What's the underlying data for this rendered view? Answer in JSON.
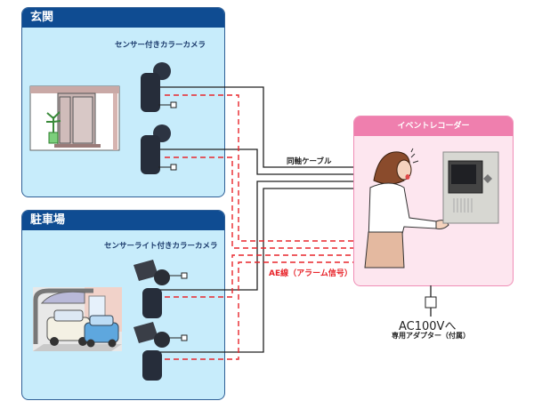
{
  "zones": [
    {
      "id": "entrance",
      "title": "玄関",
      "subtitle": "センサー付きカラーカメラ"
    },
    {
      "id": "parking",
      "title": "駐車場",
      "subtitle": "センサーライト付きカラーカメラ"
    }
  ],
  "recorder": {
    "title": "イベントレコーダー"
  },
  "labels": {
    "coax": "同軸ケーブル",
    "ae_line": "AE線（アラーム信号）",
    "power_main": "AC100Vへ",
    "power_sub": "専用アダプター（付属）"
  },
  "colors": {
    "zone_header": "#0f4c92",
    "zone_bg": "#c7ecfb",
    "recorder_header": "#ef7fae",
    "recorder_bg": "#fde6ef",
    "coax_line": "#222222",
    "ae_line": "#e8262c"
  }
}
